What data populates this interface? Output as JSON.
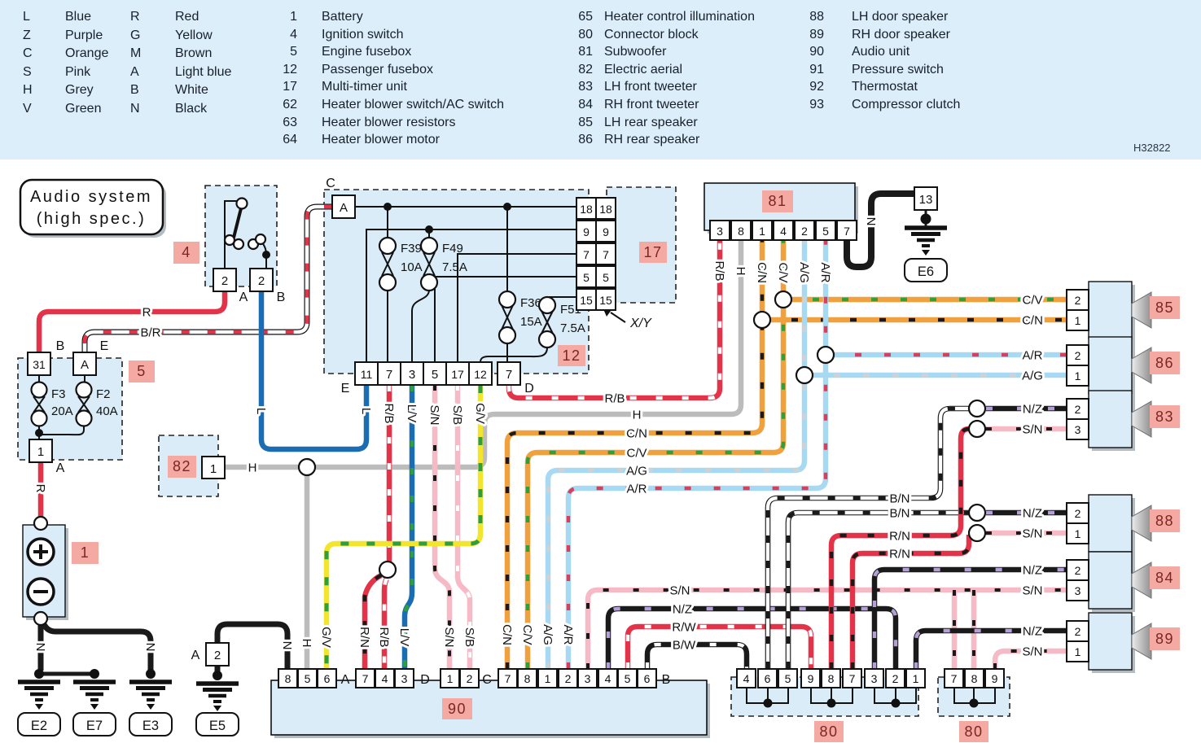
{
  "legend": {
    "colors": [
      {
        "code": "L",
        "name": "Blue"
      },
      {
        "code": "Z",
        "name": "Purple"
      },
      {
        "code": "C",
        "name": "Orange"
      },
      {
        "code": "S",
        "name": "Pink"
      },
      {
        "code": "H",
        "name": "Grey"
      },
      {
        "code": "V",
        "name": "Green"
      },
      {
        "code": "R",
        "name": "Red"
      },
      {
        "code": "G",
        "name": "Yellow"
      },
      {
        "code": "M",
        "name": "Brown"
      },
      {
        "code": "A",
        "name": "Light blue"
      },
      {
        "code": "B",
        "name": "White"
      },
      {
        "code": "N",
        "name": "Black"
      }
    ],
    "comps1": [
      {
        "num": "1",
        "name": "Battery"
      },
      {
        "num": "4",
        "name": "Ignition switch"
      },
      {
        "num": "5",
        "name": "Engine fusebox"
      },
      {
        "num": "12",
        "name": "Passenger fusebox"
      },
      {
        "num": "17",
        "name": "Multi-timer unit"
      },
      {
        "num": "62",
        "name": "Heater blower switch/AC switch"
      },
      {
        "num": "63",
        "name": "Heater blower resistors"
      },
      {
        "num": "64",
        "name": "Heater blower motor"
      }
    ],
    "comps2": [
      {
        "num": "65",
        "name": "Heater control illumination"
      },
      {
        "num": "80",
        "name": "Connector block"
      },
      {
        "num": "81",
        "name": "Subwoofer"
      },
      {
        "num": "82",
        "name": "Electric aerial"
      },
      {
        "num": "83",
        "name": "LH front tweeter"
      },
      {
        "num": "84",
        "name": "RH front tweeter"
      },
      {
        "num": "85",
        "name": "LH rear speaker"
      },
      {
        "num": "86",
        "name": "RH rear speaker"
      }
    ],
    "comps3": [
      {
        "num": "88",
        "name": "LH door speaker"
      },
      {
        "num": "89",
        "name": "RH door speaker"
      },
      {
        "num": "90",
        "name": "Audio unit"
      },
      {
        "num": "91",
        "name": "Pressure switch"
      },
      {
        "num": "92",
        "name": "Thermostat"
      },
      {
        "num": "93",
        "name": "Compressor clutch"
      }
    ],
    "ref": "H32822"
  },
  "title": {
    "line1": "Audio system",
    "line2": "(high spec.)"
  },
  "wl": {
    "r": "R",
    "br": "B/R",
    "l": "L",
    "n": "N",
    "h": "H",
    "rb": "R/B",
    "rn": "R/N",
    "rw": "R/W",
    "lv": "L/V",
    "sn": "S/N",
    "sb": "S/B",
    "gv": "G/V",
    "cn": "C/N",
    "cv": "C/V",
    "ag": "A/G",
    "ar": "A/R",
    "nz": "N/Z",
    "bn": "B/N",
    "bw": "B/W"
  },
  "c4": {
    "badge": "4",
    "conn_a": "2",
    "conn_b": "2",
    "pin_a": "A",
    "pin_b": "B"
  },
  "c5": {
    "badge": "5",
    "conn_31": "31",
    "conn_a": "A",
    "conn_1": "1",
    "pin_b": "B",
    "pin_e": "E",
    "pin_a": "A",
    "f3": "F3",
    "f3r": "20A",
    "f2": "F2",
    "f2r": "40A"
  },
  "c1": {
    "badge": "1"
  },
  "c12": {
    "badge": "12",
    "conn_top": "A",
    "pin_c": "C",
    "pin_e": "E",
    "pin_d": "D",
    "conn_d": "7",
    "bottom": [
      "11",
      "7",
      "3",
      "5",
      "17",
      "12"
    ],
    "f39": "F39",
    "f39r": "10A",
    "f49": "F49",
    "f49r": "7.5A",
    "f36": "F36",
    "f36r": "15A",
    "f51": "F51",
    "f51r": "7.5A",
    "xy": "X/Y"
  },
  "c17": {
    "badge": "17",
    "rows": [
      "18",
      "9",
      "7",
      "5",
      "15"
    ]
  },
  "c81": {
    "badge": "81",
    "pins": [
      "3",
      "8",
      "1",
      "4",
      "2",
      "5",
      "7"
    ]
  },
  "c82": {
    "badge": "82",
    "conn": "1"
  },
  "c13": {
    "conn": "13"
  },
  "c90": {
    "badge": "90",
    "a": [
      "8",
      "5",
      "6"
    ],
    "la": "A",
    "d": [
      "7",
      "4",
      "3"
    ],
    "ld": "D",
    "c": [
      "1",
      "2"
    ],
    "lc": "C",
    "b": [
      "7",
      "8",
      "1",
      "2",
      "3",
      "4",
      "5",
      "6"
    ],
    "lb": "B"
  },
  "c80l": {
    "badge": "80",
    "pins": [
      "4",
      "6",
      "5",
      "9",
      "8",
      "7",
      "3",
      "2",
      "1"
    ]
  },
  "c80r": {
    "badge": "80",
    "pins": [
      "7",
      "8",
      "9"
    ]
  },
  "e5c": {
    "num": "2",
    "pin": "A"
  },
  "gnd": {
    "e2": "E2",
    "e7": "E7",
    "e3": "E3",
    "e5": "E5",
    "e6": "E6"
  },
  "spk": {
    "s85": {
      "badge": "85",
      "pins": [
        "2",
        "1"
      ]
    },
    "s86": {
      "badge": "86",
      "pins": [
        "2",
        "1"
      ]
    },
    "s83": {
      "badge": "83",
      "pins": [
        "2",
        "3"
      ]
    },
    "s88": {
      "badge": "88",
      "pins": [
        "2",
        "1"
      ]
    },
    "s84": {
      "badge": "84",
      "pins": [
        "2",
        "3"
      ]
    },
    "s89": {
      "badge": "89",
      "pins": [
        "2",
        "1"
      ]
    }
  },
  "colors": {
    "red": "#e23349",
    "pink": "#f6bac6",
    "orange": "#f0a03c",
    "yellow": "#f3e52b",
    "blue": "#1a6db3",
    "light_blue": "#a7d9f2",
    "green": "#2f9e3f",
    "grey": "#bcbcbc",
    "black": "#1a1a1a",
    "white": "#ffffff",
    "purple": "#b4a0d6",
    "panel_blue": "#d9ecf8",
    "badge_bg": "#f4a9a2",
    "badge_text": "#7c2622",
    "legend_bg": "#dceef9"
  }
}
